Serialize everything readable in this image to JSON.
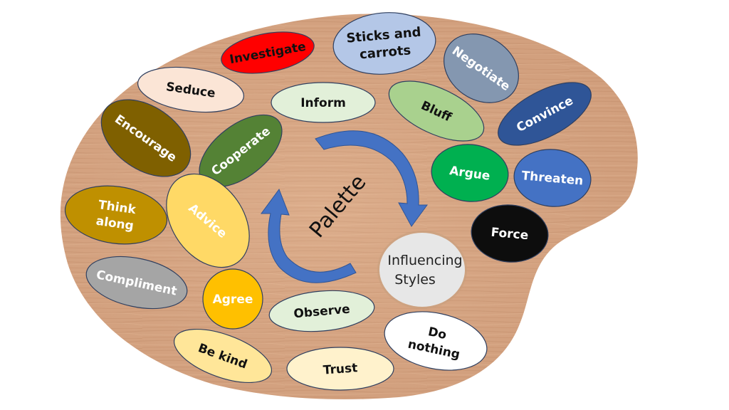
{
  "title": "Palette",
  "subtitle_lines": [
    "Influencing",
    "Styles"
  ],
  "colors": {
    "wood": "#d6a57e",
    "wood_dark": "#c48f66",
    "arrow": "#4472c4",
    "outline": "#2f3f5f"
  },
  "styles": [
    {
      "id": "investigate",
      "lines": [
        "Investigate"
      ],
      "fill": "#ff0000",
      "text": "#111111"
    },
    {
      "id": "sticks-and-carrots",
      "lines": [
        "Sticks and",
        "carrots"
      ],
      "fill": "#b4c7e7",
      "text": "#111111"
    },
    {
      "id": "negotiate",
      "lines": [
        "Negotiate"
      ],
      "fill": "#8497b0",
      "text": "#ffffff"
    },
    {
      "id": "seduce",
      "lines": [
        "Seduce"
      ],
      "fill": "#fbe5d6",
      "text": "#111111"
    },
    {
      "id": "inform",
      "lines": [
        "Inform"
      ],
      "fill": "#e2f0d9",
      "text": "#111111"
    },
    {
      "id": "bluff",
      "lines": [
        "Bluff"
      ],
      "fill": "#a9d18e",
      "text": "#111111"
    },
    {
      "id": "convince",
      "lines": [
        "Convince"
      ],
      "fill": "#2f5597",
      "text": "#ffffff"
    },
    {
      "id": "encourage",
      "lines": [
        "Encourage"
      ],
      "fill": "#7f6000",
      "text": "#ffffff"
    },
    {
      "id": "cooperate",
      "lines": [
        "Cooperate"
      ],
      "fill": "#548235",
      "text": "#ffffff"
    },
    {
      "id": "argue",
      "lines": [
        "Argue"
      ],
      "fill": "#00b050",
      "text": "#ffffff"
    },
    {
      "id": "threaten",
      "lines": [
        "Threaten"
      ],
      "fill": "#4472c4",
      "text": "#ffffff"
    },
    {
      "id": "think-along",
      "lines": [
        "Think",
        "along"
      ],
      "fill": "#bf9000",
      "text": "#ffffff"
    },
    {
      "id": "advice",
      "lines": [
        "Advice"
      ],
      "fill": "#ffd966",
      "text": "#ffffff"
    },
    {
      "id": "force",
      "lines": [
        "Force"
      ],
      "fill": "#0d0d0d",
      "text": "#ffffff"
    },
    {
      "id": "compliment",
      "lines": [
        "Compliment"
      ],
      "fill": "#a5a5a5",
      "text": "#ffffff"
    },
    {
      "id": "agree",
      "lines": [
        "Agree"
      ],
      "fill": "#ffc000",
      "text": "#ffffff"
    },
    {
      "id": "observe",
      "lines": [
        "Observe"
      ],
      "fill": "#e2f0d9",
      "text": "#111111"
    },
    {
      "id": "do-nothing",
      "lines": [
        "Do",
        "nothing"
      ],
      "fill": "#ffffff",
      "text": "#111111"
    },
    {
      "id": "be-kind",
      "lines": [
        "Be kind"
      ],
      "fill": "#ffe699",
      "text": "#111111"
    },
    {
      "id": "trust",
      "lines": [
        "Trust"
      ],
      "fill": "#fff2cc",
      "text": "#111111"
    }
  ]
}
